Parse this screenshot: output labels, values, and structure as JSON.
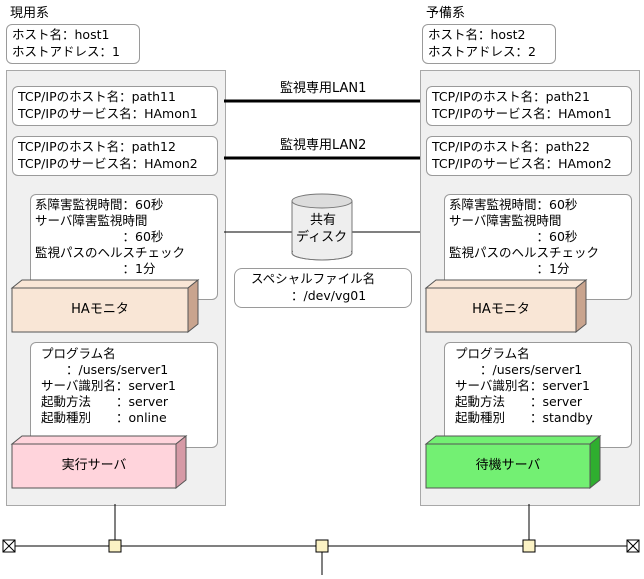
{
  "primary": {
    "title": "現用系",
    "host_name": "ホスト名：host1",
    "host_address": "ホストアドレス：1",
    "path1": [
      "TCP/IPのホスト名：path11",
      "TCP/IPのサービス名：HAmon1"
    ],
    "path2": [
      "TCP/IPのホスト名：path12",
      "TCP/IPのサービス名：HAmon2"
    ],
    "monitor_settings": [
      "系障害監視時間：60秒",
      "サーバ障害監視時間",
      "　　　　　　　：60秒",
      "監視パスのヘルスチェック",
      "　　　　　　　：1分"
    ],
    "ha_label": "HAモニタ",
    "program": [
      "プログラム名",
      "　　：/users/server1",
      "サーバ識別名：server1",
      "起動方法　　：server",
      "起動種別　　：online"
    ],
    "server_label": "実行サーバ"
  },
  "standby": {
    "title": "予備系",
    "host_name": "ホスト名：host2",
    "host_address": "ホストアドレス：2",
    "path1": [
      "TCP/IPのホスト名：path21",
      "TCP/IPのサービス名：HAmon1"
    ],
    "path2": [
      "TCP/IPのホスト名：path22",
      "TCP/IPのサービス名：HAmon2"
    ],
    "monitor_settings": [
      "系障害監視時間：60秒",
      "サーバ障害監視時間",
      "　　　　　　　：60秒",
      "監視パスのヘルスチェック",
      "　　　　　　　：1分"
    ],
    "ha_label": "HAモニタ",
    "program": [
      "プログラム名",
      "　　：/users/server1",
      "サーバ識別名：server1",
      "起動方法　　：server",
      "起動種別　　：standby"
    ],
    "server_label": "待機サーバ"
  },
  "lan1_label": "監視専用LAN1",
  "lan2_label": "監視専用LAN2",
  "disk_label": [
    "共有",
    "ディスク"
  ],
  "special_file": [
    "スペシャルファイル名",
    "：/dev/vg01"
  ],
  "colors": {
    "ha_face": "#f9e6d6",
    "ha_side": "#c9a48e",
    "active_face": "#ffd4dc",
    "active_side": "#d69aa6",
    "standby_face": "#73f073",
    "standby_side": "#2fae2f",
    "panel": "#f0f0f0"
  }
}
